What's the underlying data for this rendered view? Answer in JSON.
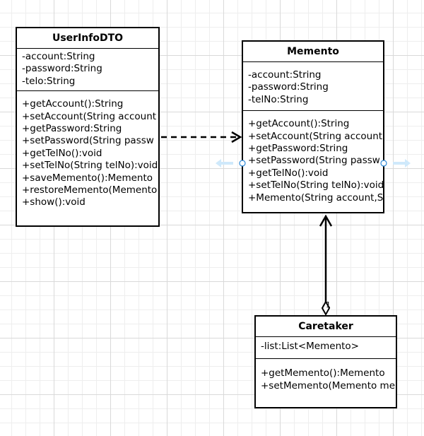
{
  "diagram": {
    "classes": [
      {
        "id": "userinfo",
        "name": "UserInfoDTO",
        "attributes": [
          "-account:String",
          "-password:String",
          "-telo:String"
        ],
        "methods": [
          "+getAccount():String",
          "+setAccount(String account",
          "+getPassword:String",
          "+setPassword(String passw",
          "+getTelNo():void",
          "+setTelNo(String telNo):void",
          "+saveMemento():Memento",
          "+restoreMemento(Memento",
          "+show():void"
        ]
      },
      {
        "id": "memento",
        "name": "Memento",
        "attributes": [
          "-account:String",
          "-password:String",
          "-telNo:String"
        ],
        "methods": [
          "+getAccount():String",
          "+setAccount(String account",
          "+getPassword:String",
          "+setPassword(String passw",
          "+getTelNo():void",
          "+setTelNo(String telNo):void",
          "+Memento(String account,S"
        ]
      },
      {
        "id": "caretaker",
        "name": "Caretaker",
        "attributes": [
          "-list:List<Memento>"
        ],
        "methods": [
          "+getMemento():Memento",
          "+setMemento(Memento me"
        ]
      }
    ],
    "relations": [
      {
        "type": "dependency",
        "from": "UserInfoDTO",
        "to": "Memento",
        "style": "dashed-open-arrow"
      },
      {
        "type": "aggregation",
        "from": "Caretaker",
        "to": "Memento",
        "multiplicity": "1"
      }
    ],
    "colors": {
      "grid": "#d9d9d9",
      "selection_handle": "#bfe3fb",
      "handle_stroke": "#2e8ad8"
    }
  }
}
